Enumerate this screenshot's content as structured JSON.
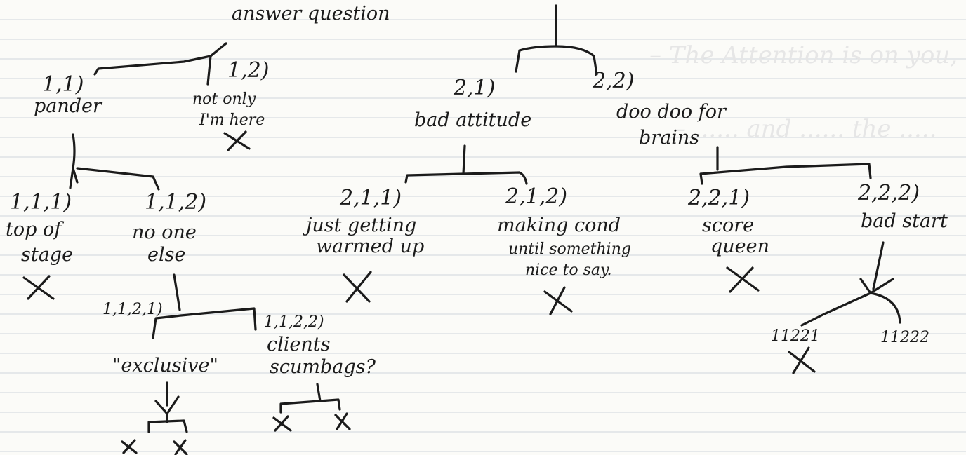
{
  "top_label": "answer question",
  "bleed_through": [
    "– The Attention is on you, to the goal",
    "– ...... and ...... the ....."
  ],
  "nodes": {
    "n11": {
      "id": "1,1)",
      "label": [
        "pander"
      ]
    },
    "n12": {
      "id": "1,2)",
      "label": [
        "not only",
        "I'm here"
      ]
    },
    "n21": {
      "id": "2,1)",
      "label": [
        "bad attitude"
      ]
    },
    "n22": {
      "id": "2,2)",
      "label": [
        "doo doo for",
        "brains"
      ]
    },
    "n111": {
      "id": "1,1,1)",
      "label": [
        "top of",
        "stage"
      ]
    },
    "n112": {
      "id": "1,1,2)",
      "label": [
        "no one",
        "else"
      ]
    },
    "n211": {
      "id": "2,1,1)",
      "label": [
        "just getting",
        "warmed up"
      ]
    },
    "n212": {
      "id": "2,1,2)",
      "label": [
        "making cond",
        "until something",
        "nice to say."
      ]
    },
    "n221": {
      "id": "2,2,1)",
      "label": [
        "score",
        "queen"
      ]
    },
    "n222": {
      "id": "2,2,2)",
      "label": [
        "bad start"
      ]
    },
    "n1121": {
      "id": "1,1,2,1)",
      "label": [
        "\"exclusive\""
      ]
    },
    "n1122": {
      "id": "1,1,2,2)",
      "label": [
        "clients",
        "scumbags?"
      ]
    },
    "n11221": {
      "id": "11221",
      "label": []
    },
    "n11222": {
      "id": "11222",
      "label": []
    }
  }
}
